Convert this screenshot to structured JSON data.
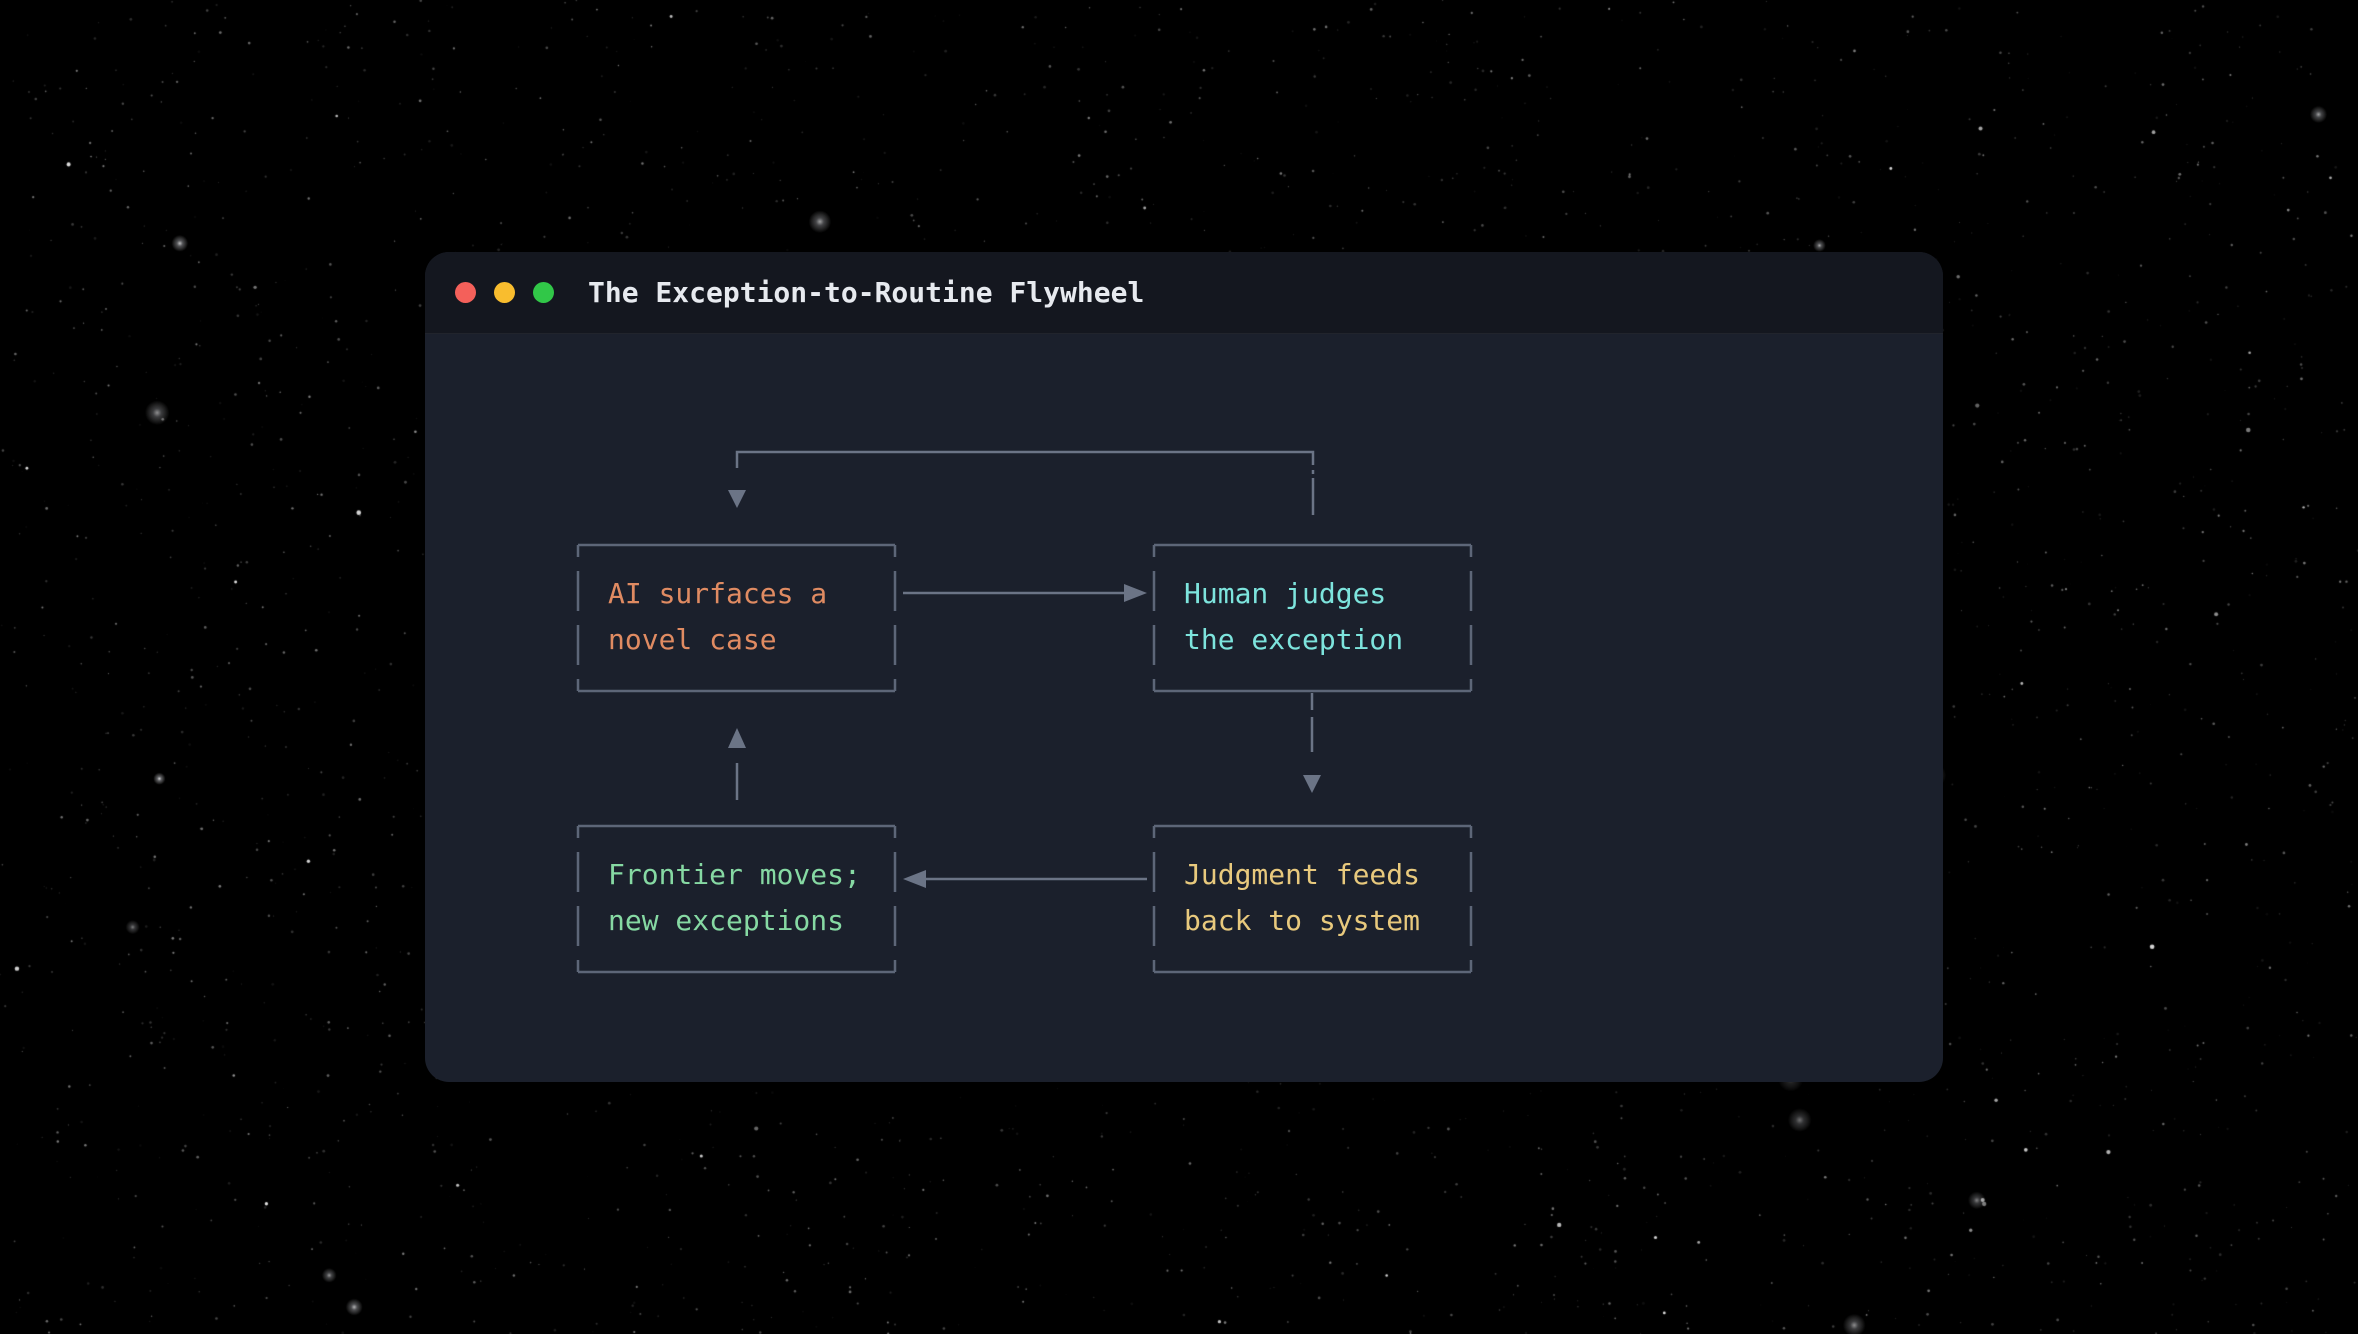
{
  "window": {
    "title": "The Exception-to-Routine Flywheel",
    "controls": {
      "close": "close",
      "minimize": "minimize",
      "zoom": "zoom"
    }
  },
  "diagram": {
    "nodes": [
      {
        "id": "ai",
        "label": "AI surfaces a\nnovel case",
        "color": "#e08b62"
      },
      {
        "id": "human",
        "label": "Human judges\nthe exception",
        "color": "#7de4dd"
      },
      {
        "id": "frontier",
        "label": "Frontier moves;\nnew exceptions",
        "color": "#86d9a3"
      },
      {
        "id": "judgment",
        "label": "Judgment feeds\nback to system",
        "color": "#e8c97d"
      }
    ],
    "edges": [
      {
        "from": "ai",
        "to": "human",
        "style": "solid"
      },
      {
        "from": "human",
        "to": "judgment",
        "style": "dashed"
      },
      {
        "from": "judgment",
        "to": "frontier",
        "style": "solid"
      },
      {
        "from": "frontier",
        "to": "ai",
        "style": "dashed"
      },
      {
        "from": "human",
        "to": "ai",
        "style": "top-loop"
      }
    ]
  },
  "colors": {
    "background": "#000000",
    "window_bg": "#1b202c",
    "titlebar_bg": "#14171f",
    "title_text": "#e7eaef",
    "box_border": "#5d6678",
    "connector": "#6b7486",
    "traffic_red": "#f4605a",
    "traffic_yellow": "#f9bd2e",
    "traffic_green": "#31c748"
  }
}
